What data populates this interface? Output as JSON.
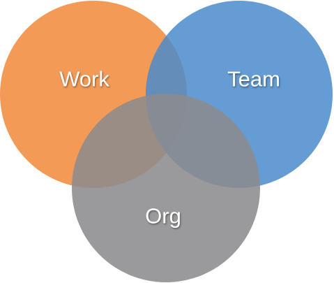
{
  "diagram": {
    "type": "venn",
    "sets": [
      {
        "key": "work",
        "label": "Work",
        "color": "#F28B3E",
        "opacity": 0.87
      },
      {
        "key": "team",
        "label": "Team",
        "color": "#4A8BCB",
        "opacity": 0.85
      },
      {
        "key": "org",
        "label": "Org",
        "color": "#8C8B8D",
        "opacity": 0.88
      }
    ]
  }
}
